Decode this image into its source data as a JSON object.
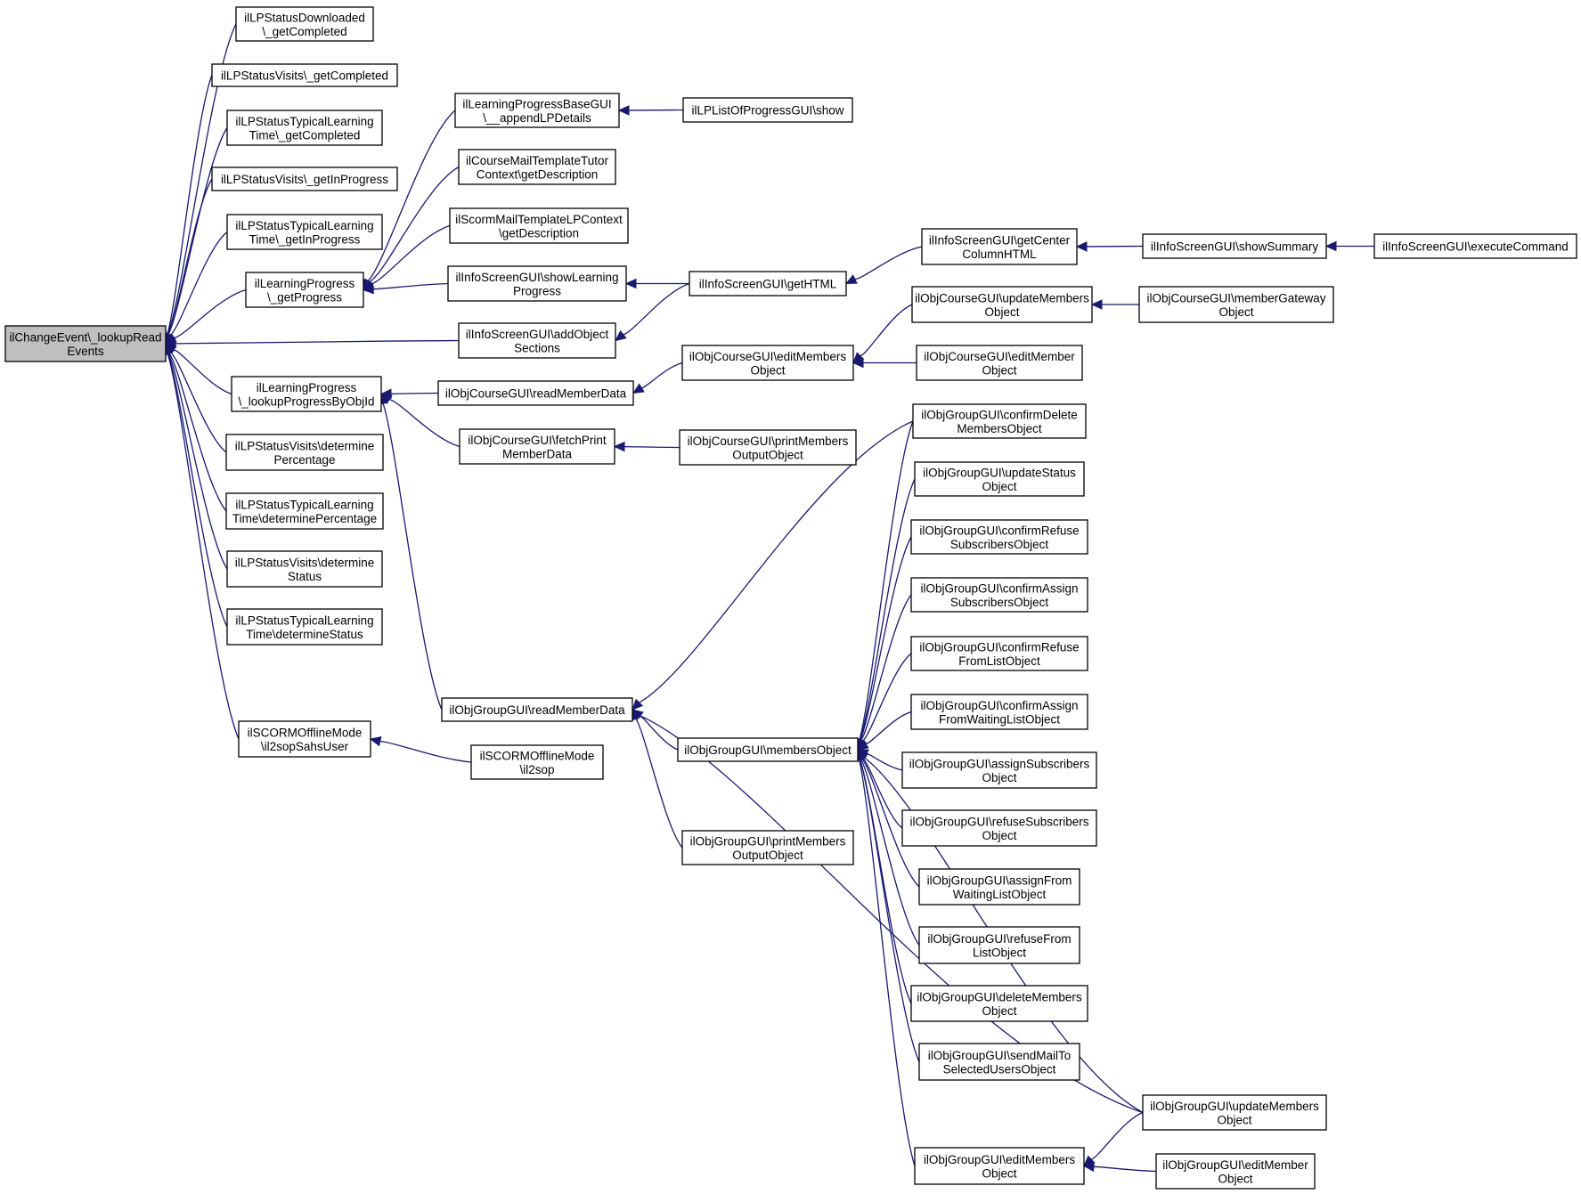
{
  "diagram": {
    "type": "call-graph",
    "colors": {
      "edge": "#191970",
      "node_border": "#000000",
      "node_fill": "#ffffff",
      "root_fill": "#bfbfbf"
    },
    "nodes": [
      {
        "id": "root",
        "root": true,
        "lines": [
          "ilChangeEvent\\_lookupRead",
          "Events"
        ]
      },
      {
        "id": "lpsd_getCompleted",
        "lines": [
          "ilLPStatusDownloaded",
          "\\_getCompleted"
        ]
      },
      {
        "id": "lpsv_getCompleted",
        "lines": [
          "ilLPStatusVisits\\_getCompleted"
        ]
      },
      {
        "id": "lpstlt_getCompleted",
        "lines": [
          "ilLPStatusTypicalLearning",
          "Time\\_getCompleted"
        ]
      },
      {
        "id": "lpsv_getInProgress",
        "lines": [
          "ilLPStatusVisits\\_getInProgress"
        ]
      },
      {
        "id": "lpstlt_getInProgress",
        "lines": [
          "ilLPStatusTypicalLearning",
          "Time\\_getInProgress"
        ]
      },
      {
        "id": "lp_getProgress",
        "lines": [
          "ilLearningProgress",
          "\\_getProgress"
        ]
      },
      {
        "id": "lp_lookupProgressByObjId",
        "lines": [
          "ilLearningProgress",
          "\\_lookupProgressByObjId"
        ]
      },
      {
        "id": "lpsv_determinePercentage",
        "lines": [
          "ilLPStatusVisits\\determine",
          "Percentage"
        ]
      },
      {
        "id": "lpstlt_determinePercentage",
        "lines": [
          "ilLPStatusTypicalLearning",
          "Time\\determinePercentage"
        ]
      },
      {
        "id": "lpsv_determineStatus",
        "lines": [
          "ilLPStatusVisits\\determine",
          "Status"
        ]
      },
      {
        "id": "lpstlt_determineStatus",
        "lines": [
          "ilLPStatusTypicalLearning",
          "Time\\determineStatus"
        ]
      },
      {
        "id": "scorm_il2sopSahsUser",
        "lines": [
          "ilSCORMOfflineMode",
          "\\il2sopSahsUser"
        ]
      },
      {
        "id": "lpbase_appendLPDetails",
        "lines": [
          "ilLearningProgressBaseGUI",
          "\\__appendLPDetails"
        ]
      },
      {
        "id": "cmttc_getDescription",
        "lines": [
          "ilCourseMailTemplateTutor",
          "Context\\getDescription"
        ]
      },
      {
        "id": "smtlp_getDescription",
        "lines": [
          "ilScormMailTemplateLPContext",
          "\\getDescription"
        ]
      },
      {
        "id": "isg_showLearningProgress",
        "lines": [
          "ilInfoScreenGUI\\showLearning",
          "Progress"
        ]
      },
      {
        "id": "isg_addObjectSections",
        "lines": [
          "ilInfoScreenGUI\\addObject",
          "Sections"
        ]
      },
      {
        "id": "ocg_readMemberData",
        "lines": [
          "ilObjCourseGUI\\readMemberData"
        ]
      },
      {
        "id": "ocg_fetchPrintMemberData",
        "lines": [
          "ilObjCourseGUI\\fetchPrint",
          "MemberData"
        ]
      },
      {
        "id": "ogg_readMemberData",
        "lines": [
          "ilObjGroupGUI\\readMemberData"
        ]
      },
      {
        "id": "scorm_il2sop",
        "lines": [
          "ilSCORMOfflineMode",
          "\\il2sop"
        ]
      },
      {
        "id": "loplg_show",
        "lines": [
          "ilLPListOfProgressGUI\\show"
        ]
      },
      {
        "id": "isg_getHTML",
        "lines": [
          "ilInfoScreenGUI\\getHTML"
        ]
      },
      {
        "id": "ocg_editMembersObject",
        "lines": [
          "ilObjCourseGUI\\editMembers",
          "Object"
        ]
      },
      {
        "id": "ocg_printMembersOutputObject",
        "lines": [
          "ilObjCourseGUI\\printMembers",
          "OutputObject"
        ]
      },
      {
        "id": "ogg_membersObject",
        "lines": [
          "ilObjGroupGUI\\membersObject"
        ]
      },
      {
        "id": "ogg_printMembersOutputObject",
        "lines": [
          "ilObjGroupGUI\\printMembers",
          "OutputObject"
        ]
      },
      {
        "id": "isg_getCenterColumnHTML",
        "lines": [
          "ilInfoScreenGUI\\getCenter",
          "ColumnHTML"
        ]
      },
      {
        "id": "ocg_updateMembersObject",
        "lines": [
          "ilObjCourseGUI\\updateMembers",
          "Object"
        ]
      },
      {
        "id": "ocg_editMemberObject",
        "lines": [
          "ilObjCourseGUI\\editMember",
          "Object"
        ]
      },
      {
        "id": "ogg_confirmDeleteMembersObject",
        "lines": [
          "ilObjGroupGUI\\confirmDelete",
          "MembersObject"
        ]
      },
      {
        "id": "ogg_updateStatusObject",
        "lines": [
          "ilObjGroupGUI\\updateStatus",
          "Object"
        ]
      },
      {
        "id": "ogg_confirmRefuseSubscribersObject",
        "lines": [
          "ilObjGroupGUI\\confirmRefuse",
          "SubscribersObject"
        ]
      },
      {
        "id": "ogg_confirmAssignSubscribersObject",
        "lines": [
          "ilObjGroupGUI\\confirmAssign",
          "SubscribersObject"
        ]
      },
      {
        "id": "ogg_confirmRefuseFromListObject",
        "lines": [
          "ilObjGroupGUI\\confirmRefuse",
          "FromListObject"
        ]
      },
      {
        "id": "ogg_confirmAssignFromWaitingListObject",
        "lines": [
          "ilObjGroupGUI\\confirmAssign",
          "FromWaitingListObject"
        ]
      },
      {
        "id": "ogg_assignSubscribersObject",
        "lines": [
          "ilObjGroupGUI\\assignSubscribers",
          "Object"
        ]
      },
      {
        "id": "ogg_refuseSubscribersObject",
        "lines": [
          "ilObjGroupGUI\\refuseSubscribers",
          "Object"
        ]
      },
      {
        "id": "ogg_assignFromWaitingListObject",
        "lines": [
          "ilObjGroupGUI\\assignFrom",
          "WaitingListObject"
        ]
      },
      {
        "id": "ogg_refuseFromListObject",
        "lines": [
          "ilObjGroupGUI\\refuseFrom",
          "ListObject"
        ]
      },
      {
        "id": "ogg_deleteMembersObject",
        "lines": [
          "ilObjGroupGUI\\deleteMembers",
          "Object"
        ]
      },
      {
        "id": "ogg_sendMailToSelectedUsersObject",
        "lines": [
          "ilObjGroupGUI\\sendMailTo",
          "SelectedUsersObject"
        ]
      },
      {
        "id": "ogg_editMembersObject",
        "lines": [
          "ilObjGroupGUI\\editMembers",
          "Object"
        ]
      },
      {
        "id": "isg_showSummary",
        "lines": [
          "ilInfoScreenGUI\\showSummary"
        ]
      },
      {
        "id": "ocg_memberGatewayObject",
        "lines": [
          "ilObjCourseGUI\\memberGateway",
          "Object"
        ]
      },
      {
        "id": "ogg_updateMembersObject",
        "lines": [
          "ilObjGroupGUI\\updateMembers",
          "Object"
        ]
      },
      {
        "id": "ogg_editMemberObject",
        "lines": [
          "ilObjGroupGUI\\editMember",
          "Object"
        ]
      },
      {
        "id": "isg_executeCommand",
        "lines": [
          "ilInfoScreenGUI\\executeCommand"
        ]
      }
    ],
    "edges": [
      {
        "from": "lpsd_getCompleted",
        "to": "root"
      },
      {
        "from": "lpsv_getCompleted",
        "to": "root"
      },
      {
        "from": "lpstlt_getCompleted",
        "to": "root"
      },
      {
        "from": "lpsv_getInProgress",
        "to": "root"
      },
      {
        "from": "lpstlt_getInProgress",
        "to": "root"
      },
      {
        "from": "lp_getProgress",
        "to": "root"
      },
      {
        "from": "isg_addObjectSections",
        "to": "root"
      },
      {
        "from": "lp_lookupProgressByObjId",
        "to": "root"
      },
      {
        "from": "lpsv_determinePercentage",
        "to": "root"
      },
      {
        "from": "lpstlt_determinePercentage",
        "to": "root"
      },
      {
        "from": "lpsv_determineStatus",
        "to": "root"
      },
      {
        "from": "lpstlt_determineStatus",
        "to": "root"
      },
      {
        "from": "scorm_il2sopSahsUser",
        "to": "root"
      },
      {
        "from": "lpbase_appendLPDetails",
        "to": "lp_getProgress"
      },
      {
        "from": "cmttc_getDescription",
        "to": "lp_getProgress"
      },
      {
        "from": "smtlp_getDescription",
        "to": "lp_getProgress"
      },
      {
        "from": "isg_showLearningProgress",
        "to": "lp_getProgress"
      },
      {
        "from": "ocg_readMemberData",
        "to": "lp_lookupProgressByObjId"
      },
      {
        "from": "ocg_fetchPrintMemberData",
        "to": "lp_lookupProgressByObjId"
      },
      {
        "from": "ogg_readMemberData",
        "to": "lp_lookupProgressByObjId"
      },
      {
        "from": "scorm_il2sop",
        "to": "scorm_il2sopSahsUser"
      },
      {
        "from": "loplg_show",
        "to": "lpbase_appendLPDetails"
      },
      {
        "from": "isg_getHTML",
        "to": "isg_showLearningProgress"
      },
      {
        "from": "isg_getHTML",
        "to": "isg_addObjectSections"
      },
      {
        "from": "ocg_editMembersObject",
        "to": "ocg_readMemberData"
      },
      {
        "from": "ocg_printMembersOutputObject",
        "to": "ocg_fetchPrintMemberData"
      },
      {
        "from": "ogg_confirmDeleteMembersObject",
        "to": "ogg_readMemberData"
      },
      {
        "from": "ogg_membersObject",
        "to": "ogg_readMemberData"
      },
      {
        "from": "ogg_printMembersOutputObject",
        "to": "ogg_readMemberData"
      },
      {
        "from": "ogg_updateMembersObject",
        "to": "ogg_readMemberData"
      },
      {
        "from": "isg_getCenterColumnHTML",
        "to": "isg_getHTML"
      },
      {
        "from": "ocg_updateMembersObject",
        "to": "ocg_editMembersObject"
      },
      {
        "from": "ocg_editMemberObject",
        "to": "ocg_editMembersObject"
      },
      {
        "from": "ogg_confirmDeleteMembersObject",
        "to": "ogg_membersObject"
      },
      {
        "from": "ogg_updateStatusObject",
        "to": "ogg_membersObject"
      },
      {
        "from": "ogg_confirmRefuseSubscribersObject",
        "to": "ogg_membersObject"
      },
      {
        "from": "ogg_confirmAssignSubscribersObject",
        "to": "ogg_membersObject"
      },
      {
        "from": "ogg_confirmRefuseFromListObject",
        "to": "ogg_membersObject"
      },
      {
        "from": "ogg_confirmAssignFromWaitingListObject",
        "to": "ogg_membersObject"
      },
      {
        "from": "ogg_assignSubscribersObject",
        "to": "ogg_membersObject"
      },
      {
        "from": "ogg_refuseSubscribersObject",
        "to": "ogg_membersObject"
      },
      {
        "from": "ogg_assignFromWaitingListObject",
        "to": "ogg_membersObject"
      },
      {
        "from": "ogg_refuseFromListObject",
        "to": "ogg_membersObject"
      },
      {
        "from": "ogg_deleteMembersObject",
        "to": "ogg_membersObject"
      },
      {
        "from": "ogg_sendMailToSelectedUsersObject",
        "to": "ogg_membersObject"
      },
      {
        "from": "ogg_editMembersObject",
        "to": "ogg_membersObject"
      },
      {
        "from": "ogg_updateMembersObject",
        "to": "ogg_membersObject"
      },
      {
        "from": "isg_showSummary",
        "to": "isg_getCenterColumnHTML"
      },
      {
        "from": "ocg_memberGatewayObject",
        "to": "ocg_updateMembersObject"
      },
      {
        "from": "ogg_updateMembersObject",
        "to": "ogg_editMembersObject"
      },
      {
        "from": "ogg_editMemberObject",
        "to": "ogg_editMembersObject"
      },
      {
        "from": "isg_executeCommand",
        "to": "isg_showSummary"
      }
    ]
  }
}
